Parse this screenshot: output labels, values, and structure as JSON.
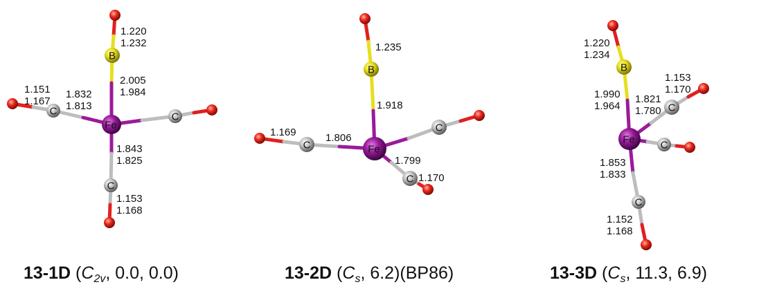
{
  "atoms": {
    "B": "B",
    "C": "C",
    "Fe": "Fe"
  },
  "molecules": [
    {
      "lengths": [
        "1.220",
        "1.232",
        "2.005",
        "1.984",
        "1.151",
        "1.167",
        "1.832",
        "1.813",
        "1.843",
        "1.825",
        "1.153",
        "1.168"
      ],
      "caption": {
        "id": "13-1D",
        "sym": "C",
        "sym_sub": "2v",
        "rest": ", 0.0, 0.0)"
      }
    },
    {
      "lengths": [
        "1.235",
        "1.918",
        "1.169",
        "1.806",
        "1.799",
        "1.170"
      ],
      "caption": {
        "id": "13-2D",
        "sym": "C",
        "sym_sub": "s",
        "rest": ", 6.2)(BP86)"
      }
    },
    {
      "lengths": [
        "1.220",
        "1.234",
        "1.153",
        "1.170",
        "1.990",
        "1.964",
        "1.821",
        "1.780",
        "1.853",
        "1.833",
        "1.152",
        "1.168"
      ],
      "caption": {
        "id": "13-3D",
        "sym": "C",
        "sym_sub": "s",
        "rest": ", 11.3, 6.9)"
      }
    }
  ],
  "colors": {
    "oxygen": "#e8231c",
    "boron": "#e8e21a",
    "carbon": "#b4b4b4",
    "iron": "#8c1490",
    "bond_red": "#e02020",
    "bond_yellow": "#e6df1f",
    "bond_grey": "#bdbdbd",
    "bond_purple": "#9a1b9b"
  }
}
